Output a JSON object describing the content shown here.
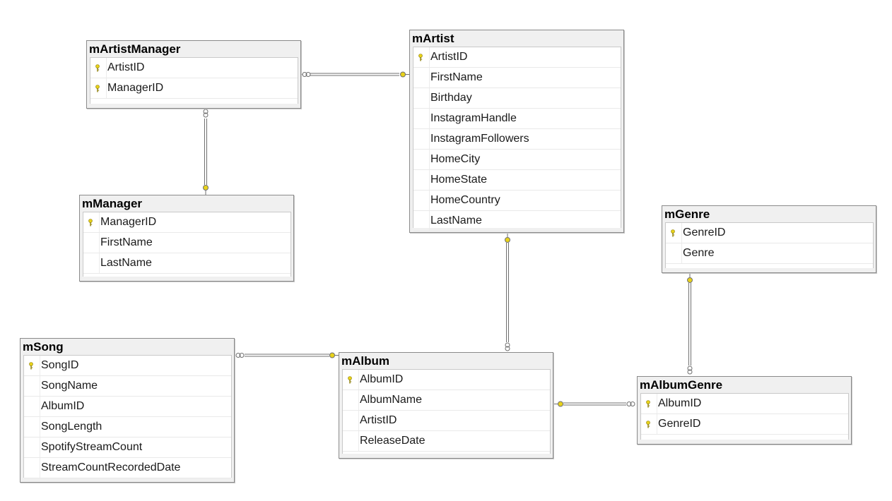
{
  "tables": {
    "artist_manager": {
      "title": "mArtistManager",
      "columns": [
        {
          "name": "ArtistID",
          "key": true
        },
        {
          "name": "ManagerID",
          "key": true
        }
      ]
    },
    "artist": {
      "title": "mArtist",
      "columns": [
        {
          "name": "ArtistID",
          "key": true
        },
        {
          "name": "FirstName",
          "key": false
        },
        {
          "name": "Birthday",
          "key": false
        },
        {
          "name": "InstagramHandle",
          "key": false
        },
        {
          "name": "InstagramFollowers",
          "key": false
        },
        {
          "name": "HomeCity",
          "key": false
        },
        {
          "name": "HomeState",
          "key": false
        },
        {
          "name": "HomeCountry",
          "key": false
        },
        {
          "name": "LastName",
          "key": false
        }
      ]
    },
    "manager": {
      "title": "mManager",
      "columns": [
        {
          "name": "ManagerID",
          "key": true
        },
        {
          "name": "FirstName",
          "key": false
        },
        {
          "name": "LastName",
          "key": false
        }
      ]
    },
    "genre": {
      "title": "mGenre",
      "columns": [
        {
          "name": "GenreID",
          "key": true
        },
        {
          "name": "Genre",
          "key": false
        }
      ]
    },
    "song": {
      "title": "mSong",
      "columns": [
        {
          "name": "SongID",
          "key": true
        },
        {
          "name": "SongName",
          "key": false
        },
        {
          "name": "AlbumID",
          "key": false
        },
        {
          "name": "SongLength",
          "key": false
        },
        {
          "name": "SpotifyStreamCount",
          "key": false
        },
        {
          "name": "StreamCountRecordedDate",
          "key": false
        }
      ]
    },
    "album": {
      "title": "mAlbum",
      "columns": [
        {
          "name": "AlbumID",
          "key": true
        },
        {
          "name": "AlbumName",
          "key": false
        },
        {
          "name": "ArtistID",
          "key": false
        },
        {
          "name": "ReleaseDate",
          "key": false
        }
      ]
    },
    "album_genre": {
      "title": "mAlbumGenre",
      "columns": [
        {
          "name": "AlbumID",
          "key": true
        },
        {
          "name": "GenreID",
          "key": true
        }
      ]
    }
  },
  "relationships": [
    {
      "from": "artist_manager",
      "to": "artist"
    },
    {
      "from": "artist_manager",
      "to": "manager"
    },
    {
      "from": "album",
      "to": "artist"
    },
    {
      "from": "song",
      "to": "album"
    },
    {
      "from": "album_genre",
      "to": "album"
    },
    {
      "from": "album_genre",
      "to": "genre"
    }
  ],
  "colors": {
    "key_icon": "#e8d21a",
    "connector": "#6f6f6f",
    "title_bar": "#f0f0f0",
    "border": "#8a8a8a"
  },
  "icons": {
    "primary_key": "key-icon"
  }
}
